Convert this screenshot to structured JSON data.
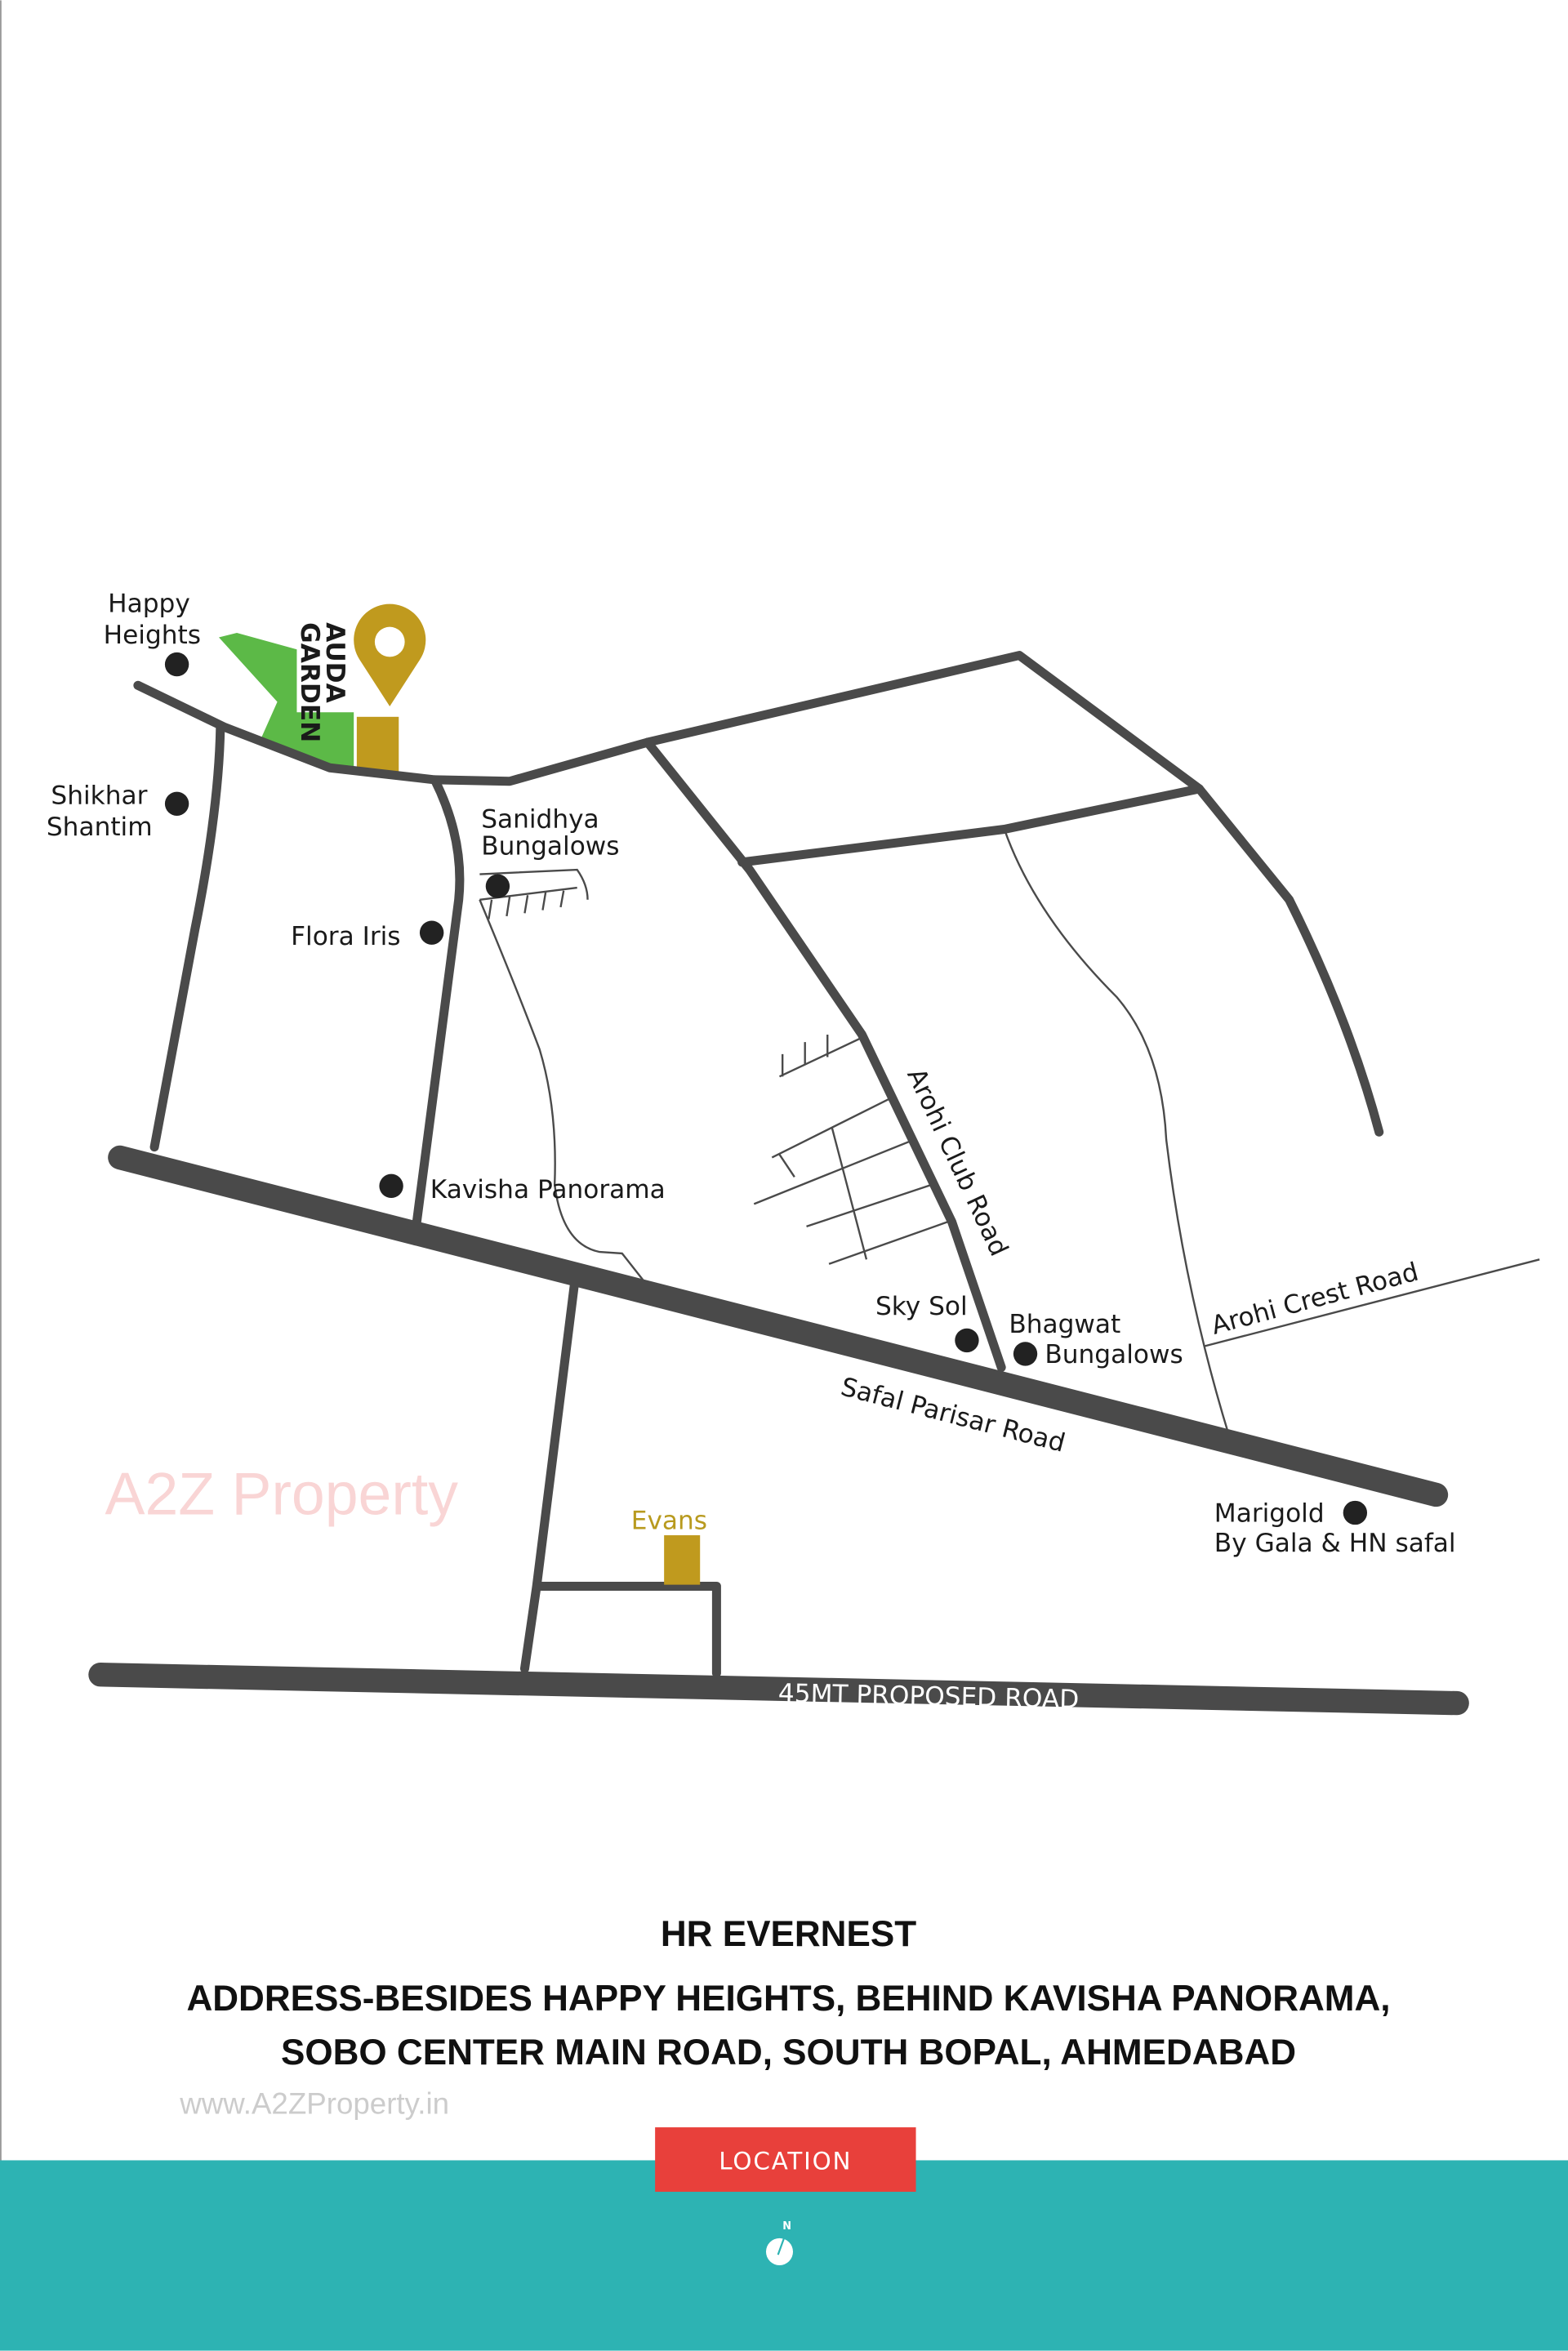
{
  "map": {
    "landmarks": {
      "happy_heights": [
        "Happy",
        "Heights"
      ],
      "auda_garden": [
        "AUDA",
        "GARDEN"
      ],
      "shikhar_shantim": [
        "Shikhar",
        "Shantim"
      ],
      "sanidhya_bungalows": [
        "Sanidhya",
        "Bungalows"
      ],
      "flora_iris": "Flora Iris",
      "kavisha_panorama": "Kavisha Panorama",
      "sky_sol": "Sky Sol",
      "bhagwat_bungalows": [
        "Bhagwat",
        "Bungalows"
      ],
      "marigold": [
        "Marigold",
        "By Gala & HN safal"
      ],
      "evans": "Evans"
    },
    "roads": {
      "arohi_club_road": "Arohi Club Road",
      "arohi_crest_road": "Arohi Crest Road",
      "safal_parisar_road": "Safal Parisar Road",
      "proposed_road": "45MT PROPOSED ROAD"
    },
    "colors": {
      "garden": "#5cb947",
      "pin": "#c09a1e",
      "road": "#4a4a4a",
      "band": "#2db3b3",
      "button": "#e8403b"
    },
    "compass_label": "N",
    "watermark": "A2Z Property",
    "watermark_url": "www.A2ZProperty.in"
  },
  "footer": {
    "project_name": "HR EVERNEST",
    "address_line1": "ADDRESS-BESIDES HAPPY HEIGHTS, BEHIND KAVISHA PANORAMA,",
    "address_line2": "SOBO CENTER MAIN ROAD, SOUTH BOPAL, AHMEDABAD",
    "location_button": "LOCATION"
  }
}
